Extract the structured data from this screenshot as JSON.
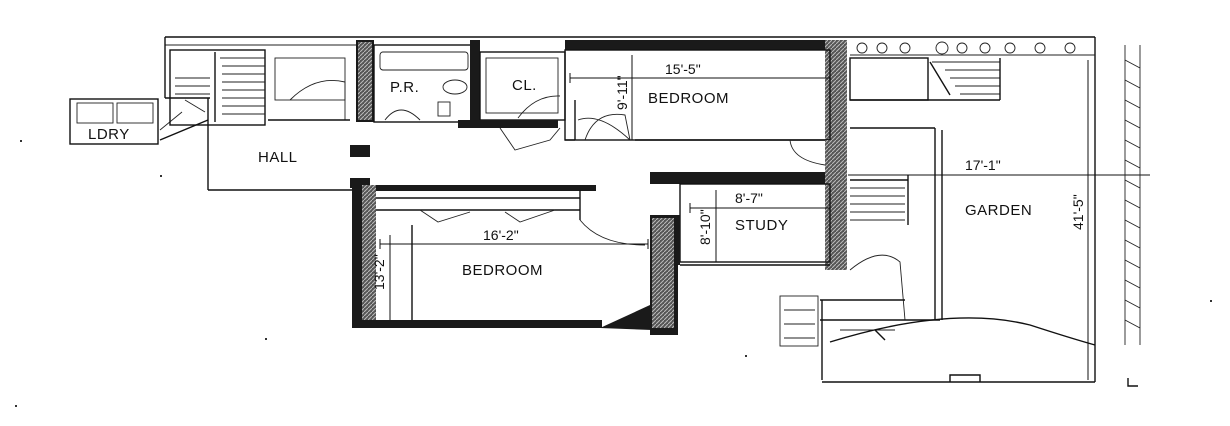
{
  "rooms": {
    "laundry": "LDRY",
    "hall": "HALL",
    "powder_room": "P.R.",
    "closet": "CL.",
    "bedroom_top": "BEDROOM",
    "bedroom_bottom": "BEDROOM",
    "study": "STUDY",
    "garden": "GARDEN"
  },
  "dimensions": {
    "bedroom_top_width": "15'-5\"",
    "bedroom_top_depth": "9'-11\"",
    "bedroom_bottom_width": "16'-2\"",
    "bedroom_bottom_depth": "13'-2\"",
    "study_width": "8'-7\"",
    "study_depth": "8'-10\"",
    "garden_width": "17'-1\"",
    "garden_depth": "41'-5\""
  }
}
